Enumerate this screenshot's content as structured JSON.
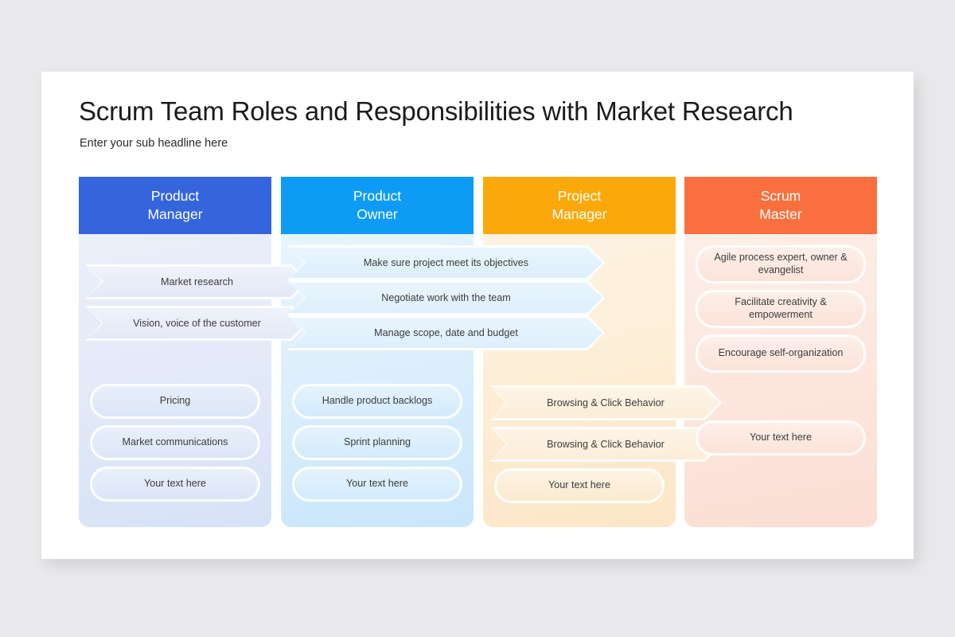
{
  "slide": {
    "title": "Scrum Team Roles and Responsibilities with Market Research",
    "subtitle": "Enter your sub headline here"
  },
  "colors": {
    "background": "#e9e9eb",
    "card": "#ffffff",
    "product_manager": "#3565dc",
    "product_owner": "#0d9bf5",
    "project_manager": "#fba90a",
    "scrum_master": "#f9703e",
    "text_dark": "#1b1b1b",
    "item_text": "#3c3c3c"
  },
  "columns": [
    {
      "id": "product-manager",
      "header": "Product\nManager",
      "header_line1": "Product",
      "header_line2": "Manager",
      "header_color": "#3565dc",
      "chevrons": [
        {
          "label": "Market research"
        },
        {
          "label": "Vision, voice of the customer"
        }
      ],
      "pills": [
        {
          "label": "Pricing"
        },
        {
          "label": "Market communications"
        },
        {
          "label": "Your text here"
        }
      ]
    },
    {
      "id": "product-owner",
      "header_line1": "Product",
      "header_line2": "Owner",
      "header_color": "#0d9bf5",
      "chevrons": [
        {
          "label": "Make sure project meet its objectives"
        },
        {
          "label": "Negotiate work with the team"
        },
        {
          "label": "Manage scope, date and budget"
        }
      ],
      "pills": [
        {
          "label": "Handle product backlogs"
        },
        {
          "label": "Sprint planning"
        },
        {
          "label": "Your text here"
        }
      ]
    },
    {
      "id": "project-manager",
      "header_line1": "Project",
      "header_line2": "Manager",
      "header_color": "#fba90a",
      "chevrons": [
        {
          "label": "Browsing & Click Behavior"
        },
        {
          "label": "Browsing & Click Behavior"
        }
      ],
      "pills": [
        {
          "label": "Your text here"
        }
      ]
    },
    {
      "id": "scrum-master",
      "header_line1": "Scrum",
      "header_line2": "Master",
      "header_color": "#f9703e",
      "chevrons": [],
      "pills": [
        {
          "label": "Agile process expert, owner & evangelist"
        },
        {
          "label": "Facilitate creativity & empowerment"
        },
        {
          "label": "Encourage self-organization"
        },
        {
          "label": "Your text here"
        }
      ]
    }
  ]
}
